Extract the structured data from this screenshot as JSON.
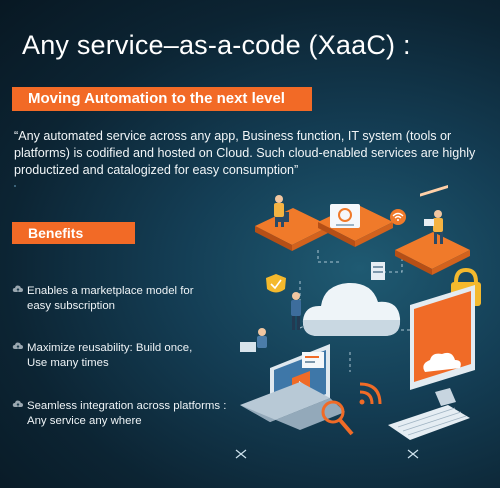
{
  "title": "Any service–as-a-code (XaaC) :",
  "subtitle": "Moving Automation to the next level",
  "quote": "“Any automated service across any app, Business function, IT system (tools or platforms) is codified and hosted on Cloud. Such cloud-enabled services are highly productized and catalogized for easy consumption”",
  "benefits_heading": "Benefits",
  "benefits": [
    {
      "line1": "Enables a marketplace model for",
      "line2": "easy subscription"
    },
    {
      "line1": "Maximize reusability: Build once,",
      "line2": "Use many times"
    },
    {
      "line1": "Seamless integration across platforms :",
      "line2": "Any service any where"
    }
  ],
  "colors": {
    "accent": "#f26a26",
    "background": "#0c2433"
  },
  "icons": {
    "benefit_bullet": "cloud-upload-icon"
  }
}
